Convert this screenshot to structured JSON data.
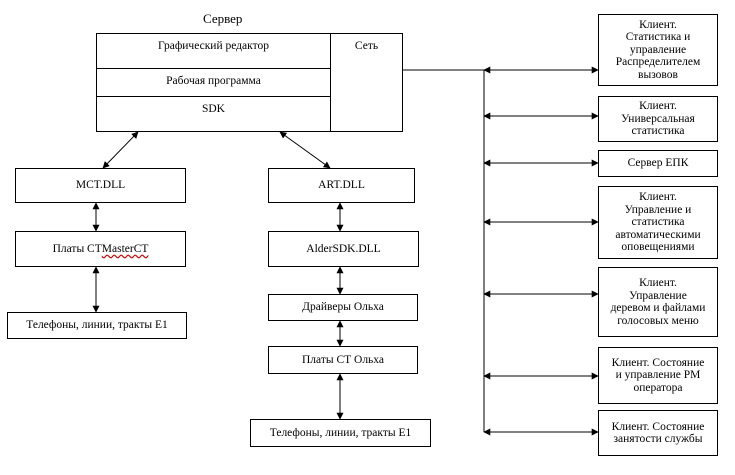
{
  "server": {
    "label": "Сервер",
    "graphic_editor": "Графический редактор",
    "work_program": "Рабочая программа",
    "sdk": "SDK",
    "network": "Сеть"
  },
  "left_stack": {
    "dll": "MCT.DLL",
    "boards_prefix": "Платы  СТ ",
    "boards_brand": "MasterCT",
    "phones": "Телефоны, линии, тракты Е1"
  },
  "middle_stack": {
    "dll": "ART.DLL",
    "sdk_dll": "AlderSDK.DLL",
    "drivers": "Драйверы Ольха",
    "boards": "Платы СТ Ольха",
    "phones": "Телефоны, линии, тракты Е1"
  },
  "clients": [
    "Клиент.\nСтатистика и\nуправление\nРаспределителем\nвызовов",
    "Клиент.\nУниверсальная\nстатистика",
    "Сервер ЕПК",
    "Клиент.\nУправление и\nстатистика\nавтоматическими\nоповещениями",
    "Клиент.\nУправление\nдеревом и файлами\nголосовых меню",
    "Клиент.  Состояние\nи управление РМ\nоператора",
    "Клиент. Состояние\nзанятости службы"
  ]
}
